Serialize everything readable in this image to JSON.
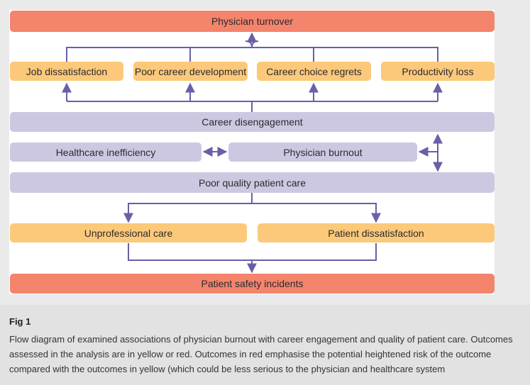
{
  "diagram": {
    "turnover": "Physician turnover",
    "outcomes_top": [
      "Job dissatisfaction",
      "Poor career development",
      "Career choice regrets",
      "Productivity loss"
    ],
    "disengagement": "Career disengagement",
    "inefficiency": "Healthcare inefficiency",
    "burnout": "Physician burnout",
    "quality": "Poor quality patient care",
    "outcomes_bottom": [
      "Unprofessional care",
      "Patient dissatisfaction"
    ],
    "safety": "Patient safety incidents"
  },
  "colors": {
    "red": "#f4846c",
    "yellow": "#fcc97b",
    "purple": "#cdc8e2",
    "arrow": "#6a5fa8"
  },
  "caption": {
    "label": "Fig 1",
    "text": "Flow diagram of examined associations of physician burnout with career engagement and quality of patient care. Outcomes assessed in the analysis are in yellow or red. Outcomes in red emphasise the potential heightened risk of the outcome compared with the outcomes in yellow (which could be less serious to the physician and healthcare system"
  }
}
